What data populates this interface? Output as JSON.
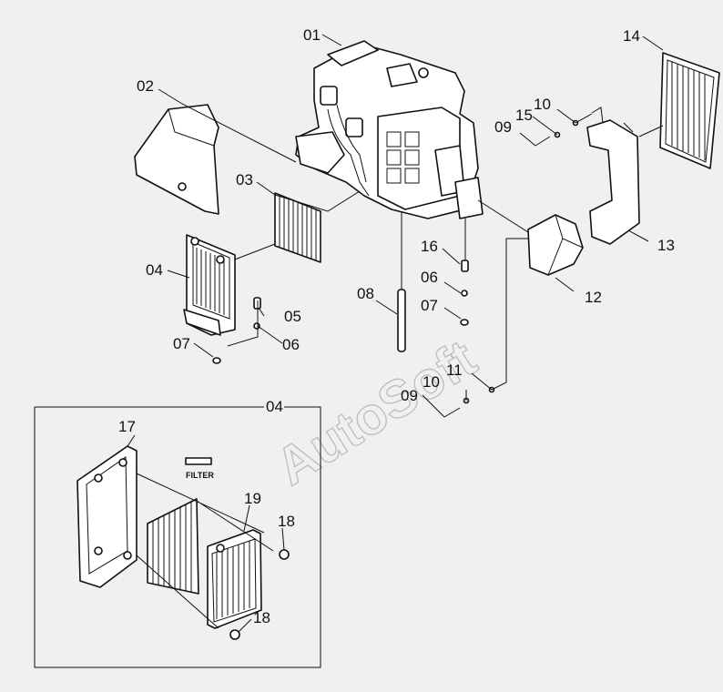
{
  "watermark": "AutoSoft",
  "filter_text": "FILTER",
  "callouts": {
    "c01": "01",
    "c02": "02",
    "c03": "03",
    "c04": "04",
    "c04b": "04",
    "c05": "05",
    "c06a": "06",
    "c06b": "06",
    "c07a": "07",
    "c07b": "07",
    "c08": "08",
    "c09a": "09",
    "c09b": "09",
    "c10a": "10",
    "c10b": "10",
    "c11": "11",
    "c12": "12",
    "c13": "13",
    "c14": "14",
    "c15": "15",
    "c16": "16",
    "c17": "17",
    "c18a": "18",
    "c18b": "18",
    "c19": "19"
  },
  "colors": {
    "line": "#111111",
    "background": "#f0f0f0",
    "watermark": "#bdbdbd"
  }
}
